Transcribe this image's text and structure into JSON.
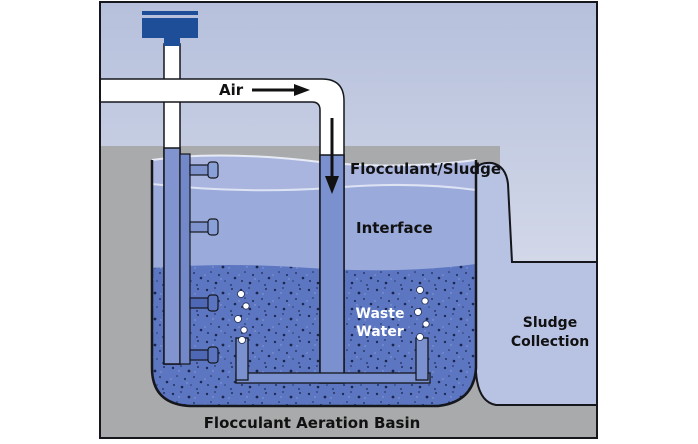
{
  "labels": {
    "air": "Air",
    "flocculant_sludge": "Flocculant/Sludge",
    "interface": "Interface",
    "waste_water_line1": "Waste",
    "waste_water_line2": "Water",
    "sludge_collection_line1": "Sludge",
    "sludge_collection_line2": "Collection",
    "basin_title": "Flocculant Aeration Basin"
  },
  "colors": {
    "sky_top": "#b9c3de",
    "sky_bottom": "#e6e9f2",
    "ground": "#a9aaab",
    "water_light": "#aab6dd",
    "water_mid": "#92a4d8",
    "waste_water": "#5e78c4",
    "pipe": "#7a90cf",
    "pipe_white": "#ffffff",
    "valve_cap": "#1e4e98",
    "outline": "#15171c",
    "text": "#111111"
  },
  "icons": {
    "air_flow_arrow": "arrow-right",
    "downflow_arrow": "arrow-down",
    "air_source": "blower-cap"
  }
}
